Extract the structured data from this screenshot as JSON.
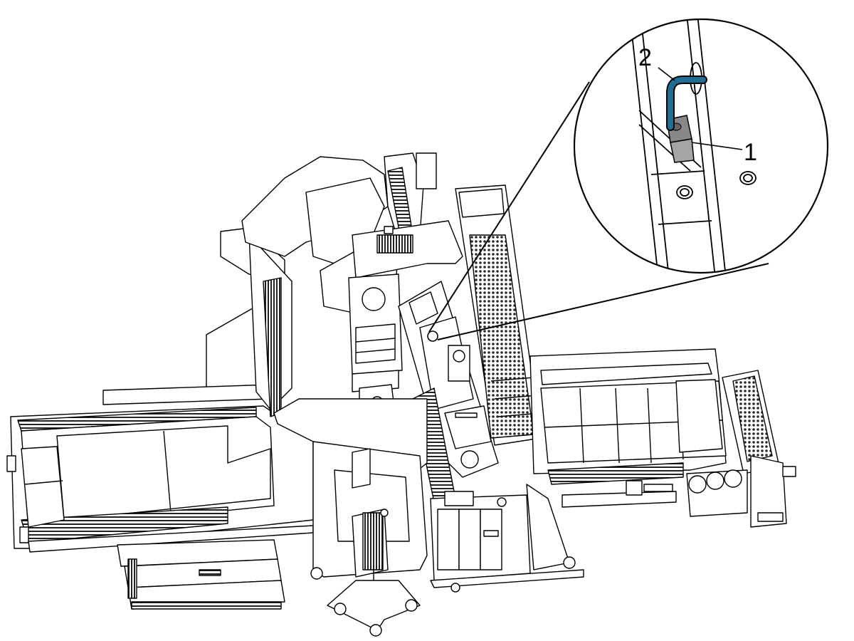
{
  "callouts": [
    {
      "id": "1",
      "label": "1"
    },
    {
      "id": "2",
      "label": "2"
    }
  ],
  "colors": {
    "line": "#000000",
    "fill": "#ffffff",
    "mesh": "#2a2a2a",
    "tool_highlight": "#1f6f94",
    "block_shade": "#888888"
  }
}
